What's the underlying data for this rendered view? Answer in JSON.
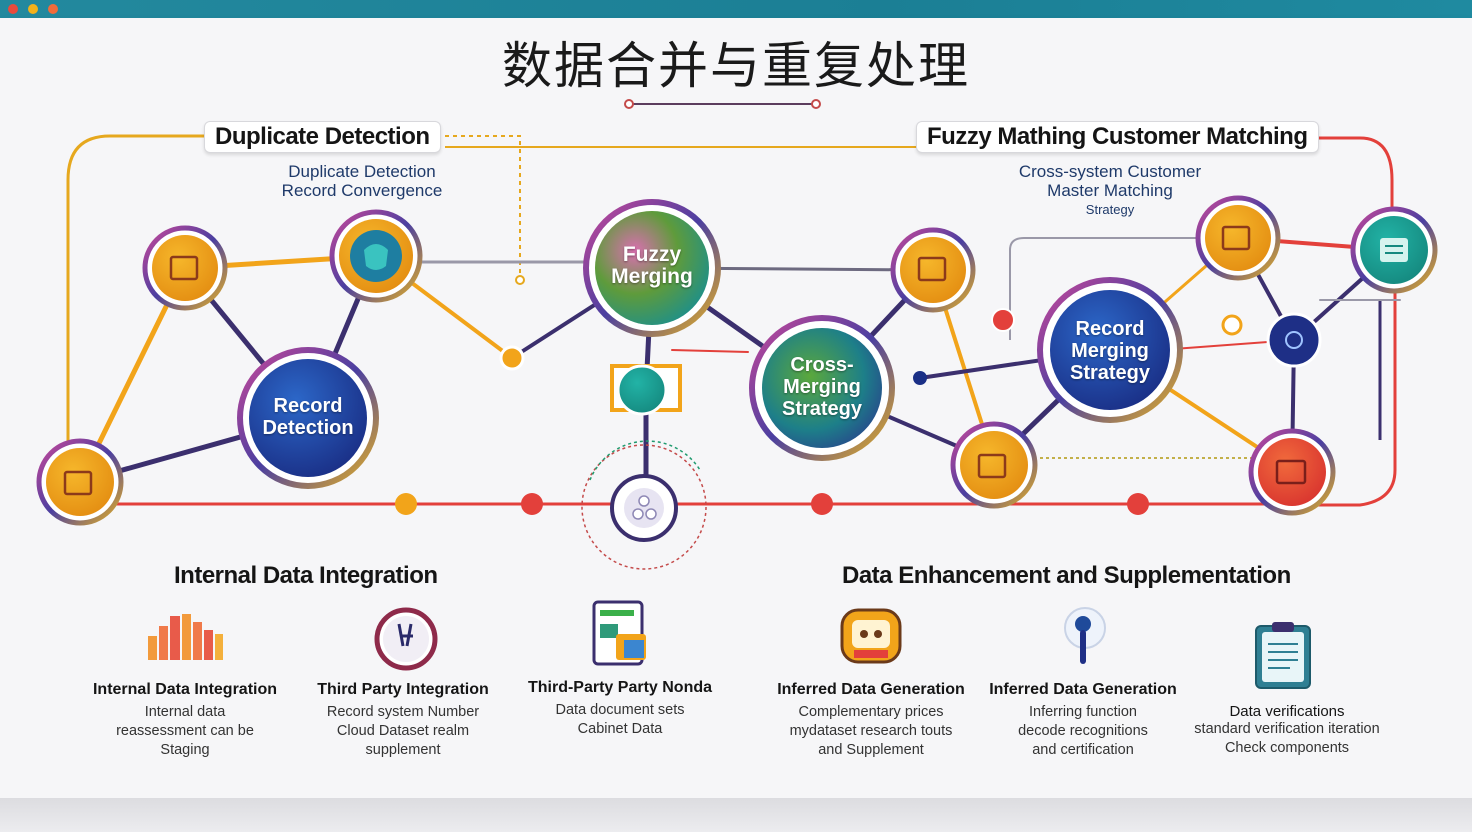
{
  "title": "数据合并与重复处理",
  "labels": {
    "left": "Duplicate Detection",
    "left_sub": [
      "Duplicate Detection",
      "Record Convergence"
    ],
    "right": "Fuzzy Mathing Customer Matching",
    "right_sub": [
      "Cross-system Customer",
      "Master Matching",
      "Strategy"
    ]
  },
  "nodes": {
    "record_detection": [
      "Record",
      "Detection"
    ],
    "fuzzy_merging": [
      "Fuzzy",
      "Merging"
    ],
    "cross_merging": [
      "Cross-",
      "Merging",
      "Strategy"
    ],
    "record_merging": [
      "Record",
      "Merging",
      "Strategy"
    ]
  },
  "sections": {
    "internal": "Internal Data Integration",
    "enhancement": "Data Enhancement and Supplementation"
  },
  "items": [
    {
      "name": "Internal Data Integration",
      "desc": "Internal data\nreassessment can be\nStaging",
      "icon": "bar-chart-icon"
    },
    {
      "name": "Third Party Integration",
      "desc": "Record system Number\nCloud Dataset realm\nsupplement",
      "icon": "person-badge-icon"
    },
    {
      "name": "Third-Party Party Nonda",
      "desc": "Data document sets\nCabinet Data",
      "icon": "document-icon"
    },
    {
      "name": "Inferred Data Generation",
      "desc": "Complementary prices\nmydataset research touts\nand Supplement",
      "icon": "robot-icon"
    },
    {
      "name": "Inferred Data Generation",
      "desc": "Inferring function\ndecode recognitions\nand certification",
      "icon": "pin-icon"
    },
    {
      "name": "Data verifications",
      "desc": "standard verification iteration\nCheck components",
      "icon": "clipboard-icon"
    }
  ],
  "colors": {
    "teal": "#1f8aa0",
    "navy": "#3b2f6e",
    "orange": "#f2a41a",
    "red": "#e3403b",
    "gold": "#e6a81e"
  }
}
